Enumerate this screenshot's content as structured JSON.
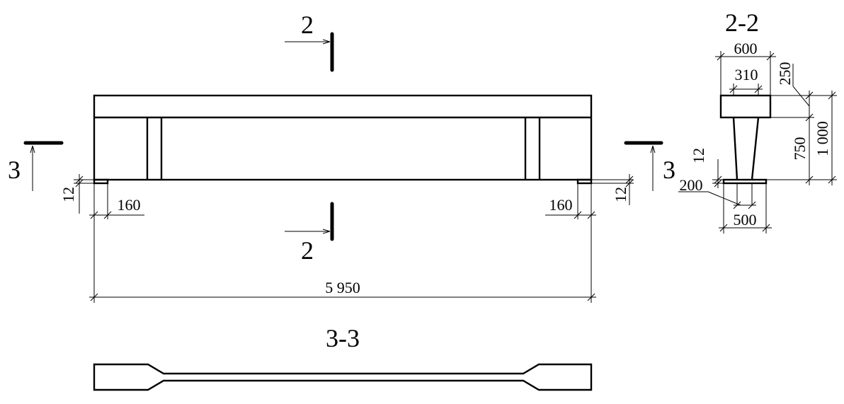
{
  "labels": {
    "section_2_top": "2",
    "section_2_bottom": "2",
    "section_3_left": "3",
    "section_3_right": "3",
    "view_22_title": "2-2",
    "view_33_title": "3-3"
  },
  "dimensions": {
    "overall_length": "5 950",
    "left_bearing": "160",
    "right_bearing": "160",
    "left_plate": "12",
    "right_plate": "12",
    "top_flange_width": "600",
    "web_top_width": "310",
    "flange_thickness": "250",
    "web_height": "750",
    "total_height": "1 000",
    "plate_thickness": "12",
    "web_bottom_width": "200",
    "bottom_width": "500"
  },
  "colors": {
    "line": "#000000",
    "background": "#ffffff"
  }
}
